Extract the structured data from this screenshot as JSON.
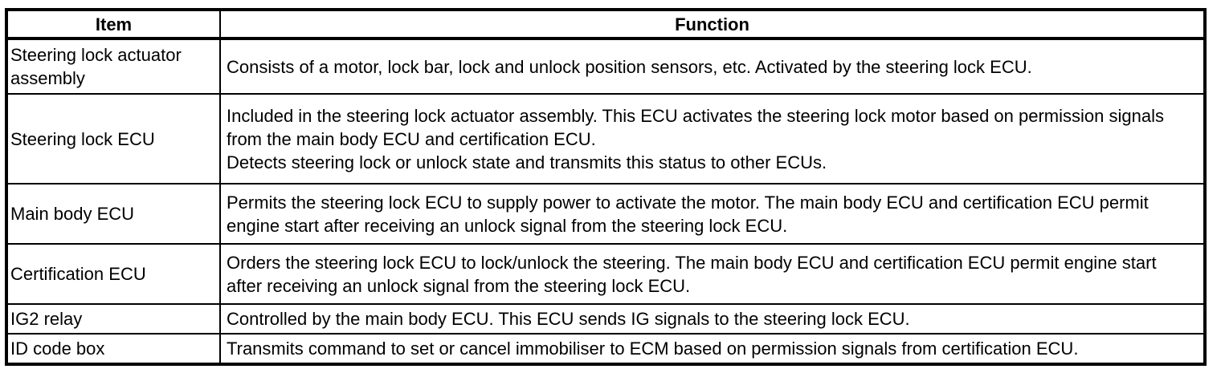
{
  "colors": {
    "border": "#000000",
    "text": "#000000",
    "background": "#ffffff"
  },
  "table": {
    "columns": {
      "item": "Item",
      "function": "Function"
    },
    "rows": [
      {
        "item": "Steering lock actuator assembly",
        "function": "Consists of a motor, lock bar, lock and unlock position sensors, etc. Activated by the steering lock ECU."
      },
      {
        "item": "Steering lock ECU",
        "function": "Included in the steering lock actuator assembly. This ECU activates the steering lock motor based on permission signals from the main body ECU and certification ECU.\nDetects steering lock or unlock state and transmits this status to other ECUs."
      },
      {
        "item": "Main body ECU",
        "function": "Permits the steering lock ECU to supply power to activate the motor. The main body ECU and certification ECU permit engine start after receiving an unlock signal from the steering lock ECU."
      },
      {
        "item": "Certification ECU",
        "function": "Orders the steering lock ECU to lock/unlock the steering. The main body ECU and certification ECU permit engine start after receiving an unlock signal from the steering lock ECU."
      },
      {
        "item": "IG2 relay",
        "function": "Controlled by the main body ECU. This ECU sends IG signals to the steering lock ECU."
      },
      {
        "item": "ID code box",
        "function": "Transmits command to set or cancel immobiliser to ECM based on permission signals from certification ECU."
      }
    ]
  }
}
